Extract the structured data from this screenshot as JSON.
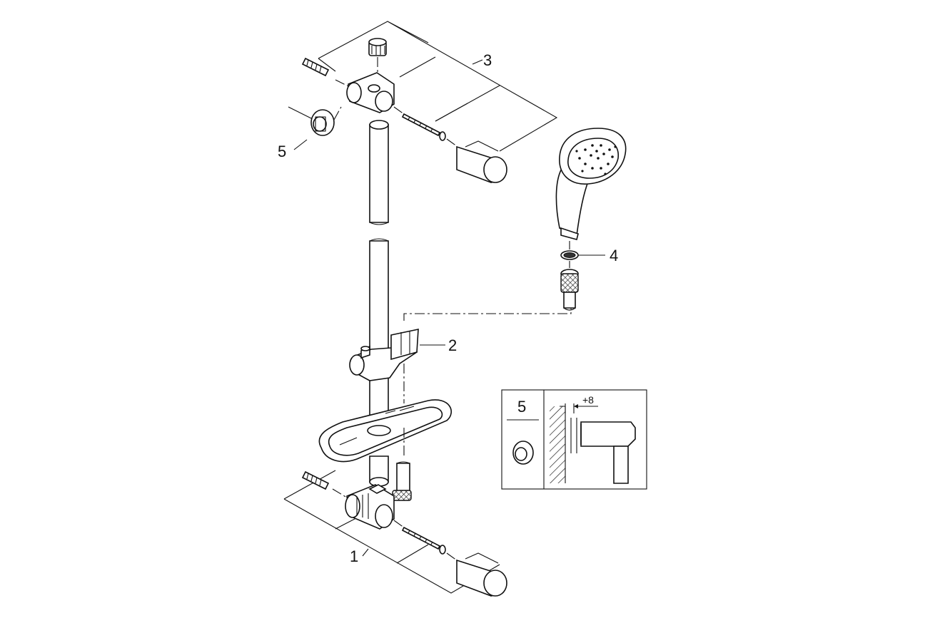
{
  "callouts": {
    "part_1": "1",
    "part_2": "2",
    "part_3": "3",
    "part_4": "4",
    "part_5": "5"
  },
  "inset": {
    "part_label": "5",
    "dimension": "+8"
  },
  "colors": {
    "line": "#111111",
    "fill": "#ffffff",
    "shade": "#d9d9d9"
  }
}
